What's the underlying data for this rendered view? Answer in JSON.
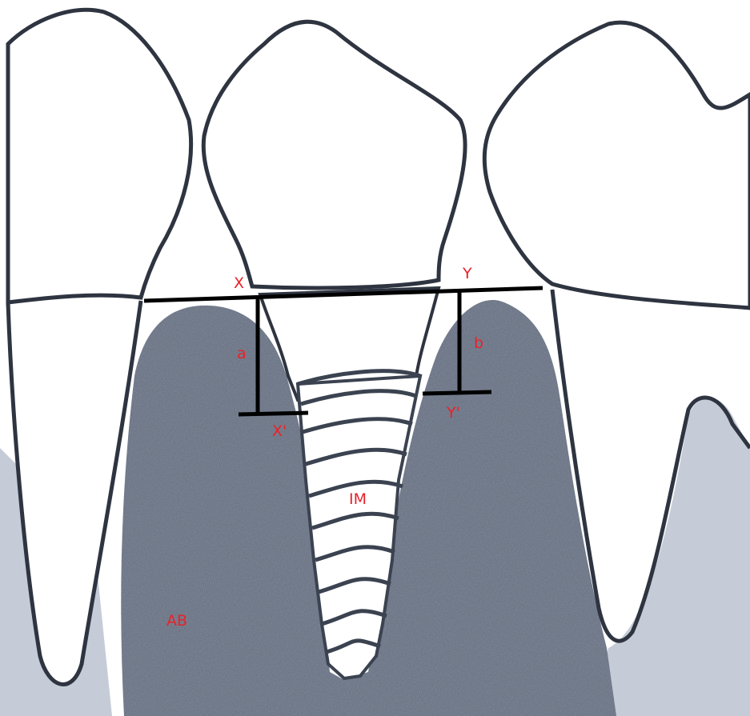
{
  "colors": {
    "label": "#e8222a",
    "outline": "#2e3440",
    "bone": "#6f7889",
    "bone_dark": "#545c6b",
    "gum": "#bcc4d1",
    "measure": "#000000"
  },
  "labels": {
    "x": "X",
    "y": "Y",
    "x_prime": "X'",
    "y_prime": "Y'",
    "a": "a",
    "b": "b",
    "implant": "IM",
    "bone": "AB"
  }
}
